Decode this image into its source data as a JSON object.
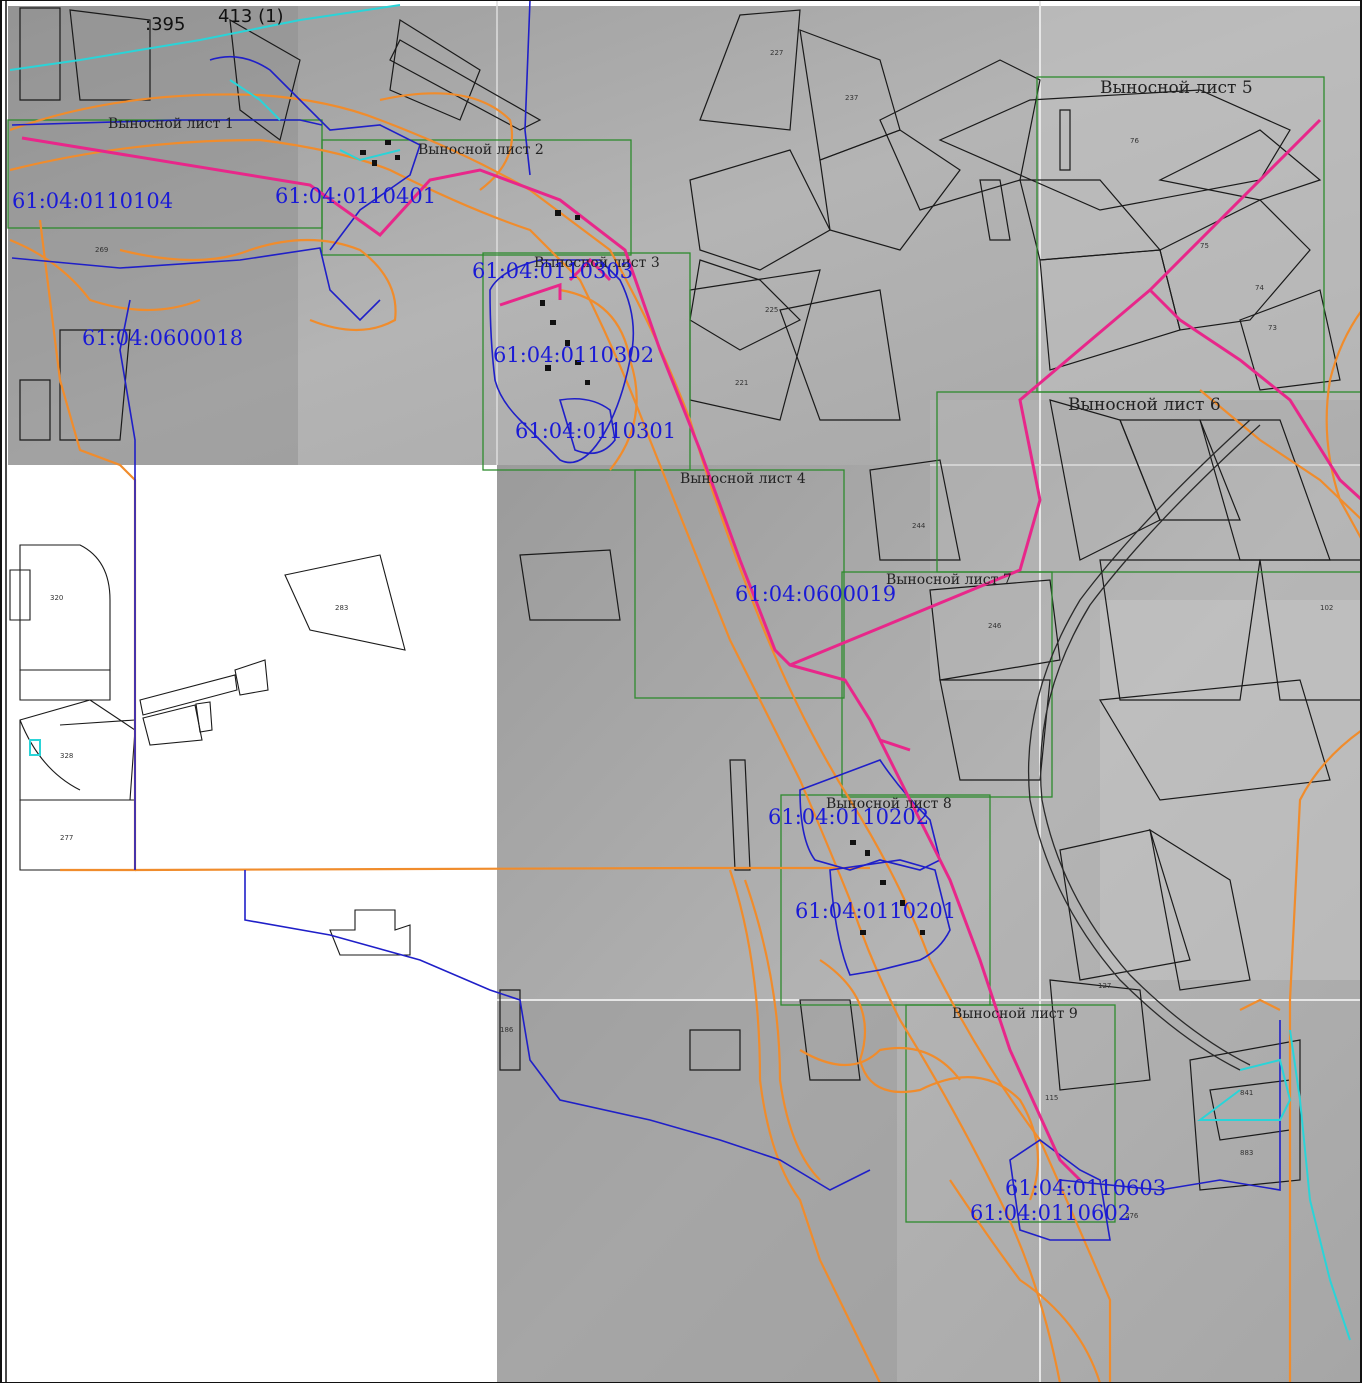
{
  "map": {
    "top_labels": [
      ":395",
      "413 (1)"
    ],
    "sheet_labels": [
      "Выносной лист 1",
      "Выносной лист 2",
      "Выносной лист 3",
      "Выносной лист 4",
      "Выносной лист 5",
      "Выносной лист 6",
      "Выносной лист 7",
      "Выносной лист 8",
      "Выносной лист 9"
    ],
    "cadastral_quarters": [
      "61:04:0110104",
      "61:04:0110401",
      "61:04:0110303",
      "61:04:0600018",
      "61:04:0110302",
      "61:04:0110301",
      "61:04:0600019",
      "61:04:0110202",
      "61:04:0110201",
      "61:04:0110603",
      "61:04:0110602"
    ],
    "parcel_numbers": [
      "227",
      "237",
      "225",
      "221",
      "269",
      "76",
      "75",
      "74",
      "73",
      "320",
      "283",
      "328",
      "277",
      "244",
      "246",
      "186",
      "127",
      "115",
      "276",
      "883",
      "841",
      "102"
    ],
    "colors": {
      "boundary_pink": "#e8278a",
      "boundary_blue": "#1f1fc8",
      "zone_orange": "#f08c2c",
      "sheet_green": "#2e8b2e",
      "water_cyan": "#2ad4d8",
      "parcel_black": "#1a1a1a",
      "quarter_text": "#1a1ad6"
    }
  }
}
